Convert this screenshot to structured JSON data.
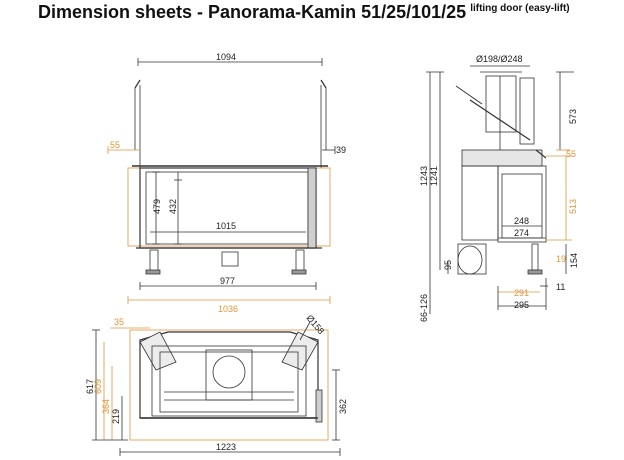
{
  "title": "Dimension sheets - Panorama-Kamin 51/25/101/25",
  "subtitle": "lifting door (easy-lift)",
  "colors": {
    "line": "#333333",
    "accent": "#e0953a",
    "light": "#c8c8c8"
  },
  "front_view": {
    "width_top": "1094",
    "left_offset": "55",
    "right_offset": "39",
    "height_479": "479",
    "height_432": "432",
    "inner_width": "1015",
    "width_977": "977",
    "width_1036": "1036"
  },
  "side_view": {
    "flue_diameter": "Ø198/Ø248",
    "h_1243": "1243",
    "h_1241": "1241",
    "h_573": "573",
    "h_55": "55",
    "h_513": "513",
    "w_248": "248",
    "w_274": "274",
    "h_19": "19",
    "h_154": "154",
    "h_95": "95",
    "w_291": "291",
    "w_11": "11",
    "w_295": "295",
    "h_66_126": "66-126"
  },
  "top_view": {
    "offset_35": "35",
    "diameter_158": "Ø158",
    "depth_617": "617",
    "depth_609": "609",
    "depth_364": "364",
    "depth_219": "219",
    "depth_362": "362",
    "width_1223": "1223"
  }
}
